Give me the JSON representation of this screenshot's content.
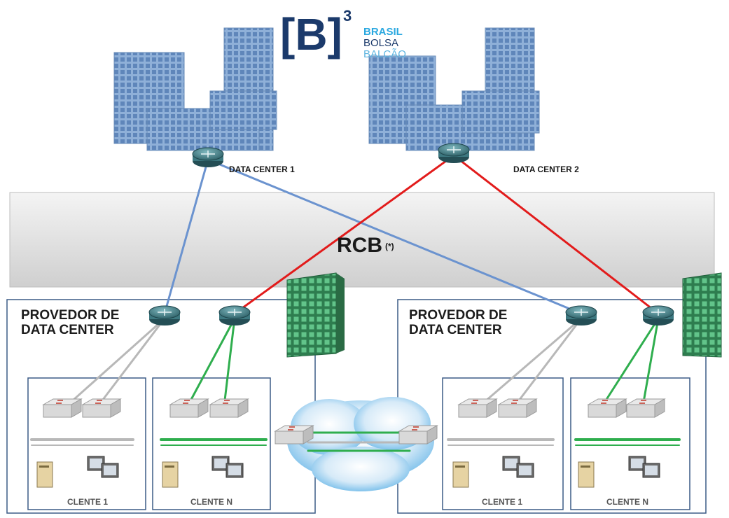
{
  "logo": {
    "mark": "[B]",
    "superscript": "3",
    "line1": "BRASIL",
    "line2": "BOLSA",
    "line3": "BALCÃO"
  },
  "data_centers": [
    {
      "label": "DATA CENTER 1"
    },
    {
      "label": "DATA CENTER 2"
    }
  ],
  "network": {
    "label": "RCB",
    "note": "(*)"
  },
  "providers": [
    {
      "label_line1": "PROVEDOR DE",
      "label_line2": "DATA CENTER",
      "clients": [
        {
          "label": "CLENTE 1"
        },
        {
          "label": "CLENTE N"
        }
      ]
    },
    {
      "label_line1": "PROVEDOR DE",
      "label_line2": "DATA CENTER",
      "clients": [
        {
          "label": "CLENTE 1"
        },
        {
          "label": "CLENTE N"
        }
      ]
    }
  ],
  "colors": {
    "link_dc1": "#6b93cf",
    "link_dc2": "#e21b1b",
    "client_n_link": "#2fae4e",
    "client_1_link": "#b8b8b8",
    "logo_blue": "#1b3a6b",
    "logo_light": "#2aa8e0"
  }
}
